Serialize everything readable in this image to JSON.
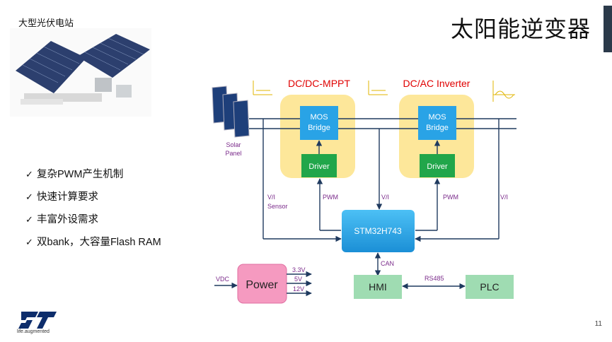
{
  "title": "太阳能逆变器",
  "station_label": "大型光伏电站",
  "bullets": [
    "复杂PWM产生机制",
    "快速计算要求",
    "丰富外设需求",
    "双bank，大容量Flash RAM"
  ],
  "check_icon": "✓",
  "page_number": "11",
  "tagline": "life.augmented",
  "diagram": {
    "dcdc_label": "DC/DC-MPPT",
    "dcac_label": "DC/AC Inverter",
    "mos_label_1": "MOS",
    "mos_label_2": "Bridge",
    "driver_label": "Driver",
    "solar_label_1": "Solar",
    "solar_label_2": "Panel",
    "vi_sensor_1": "V/I",
    "vi_sensor_2": "Sensor",
    "pwm_label": "PWM",
    "vi_label": "V/I",
    "mcu_label": "STM32H743",
    "can_label": "CAN",
    "vdc_label": "VDC",
    "power_label": "Power",
    "v33": "3.3V",
    "v5": "5V",
    "v12": "12V",
    "hmi_label": "HMI",
    "rs485_label": "RS485",
    "plc_label": "PLC"
  },
  "colors": {
    "red_label": "#e00000",
    "purple_text": "#7a2a8a",
    "mcu_blue": "#29a3e6",
    "driver_green": "#21a64a",
    "halo_yellow": "#fde79a",
    "power_pink": "#f59ac0",
    "hmi_green": "#9fdcb2"
  }
}
